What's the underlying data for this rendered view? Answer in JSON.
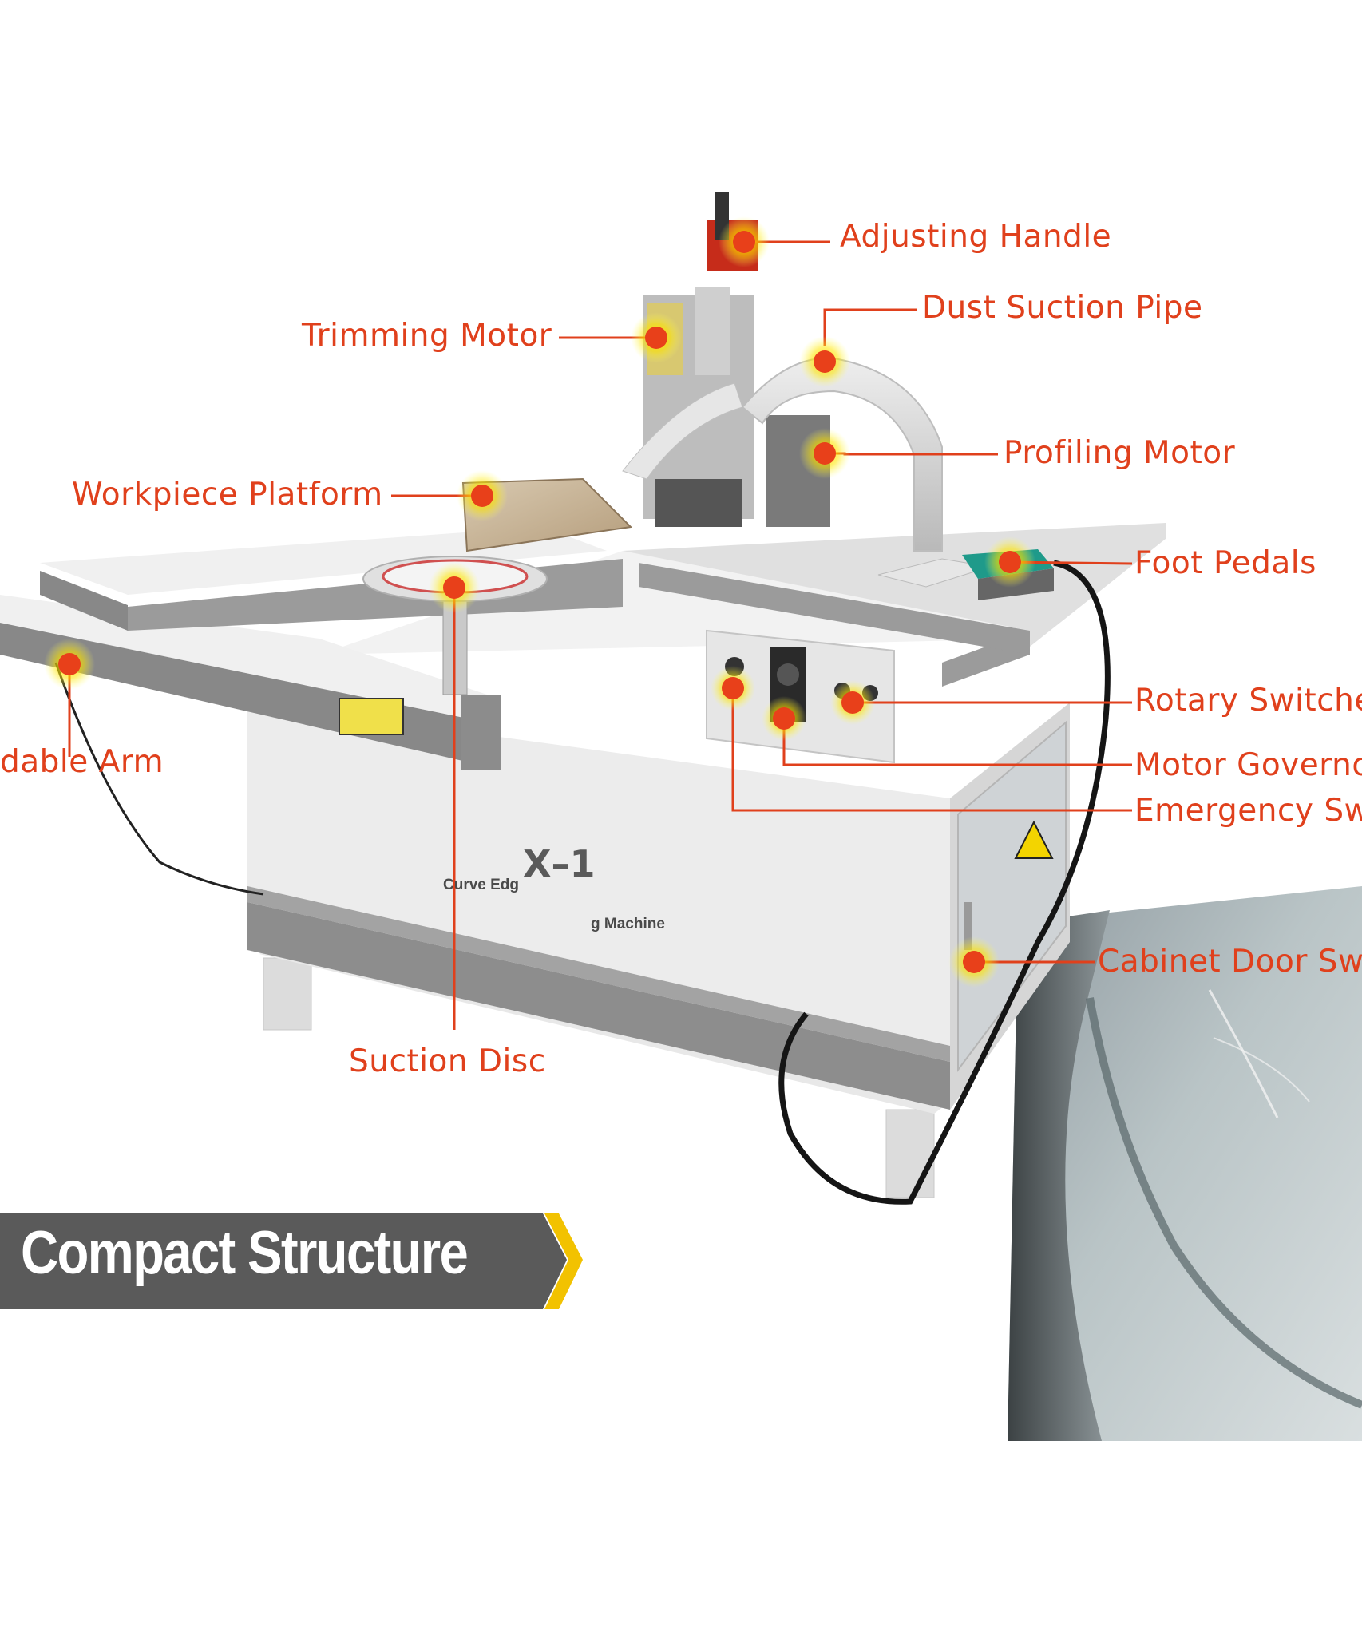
{
  "callouts": {
    "adjusting_handle": "Adjusting Handle",
    "dust_suction_pipe": "Dust Suction Pipe",
    "trimming_motor": "Trimming Motor",
    "profiling_motor": "Profiling Motor",
    "workpiece_platform": "Workpiece Platform",
    "foot_pedals": "Foot Pedals",
    "rotary_switches": "Rotary Switche",
    "motor_governor": "Motor Governo",
    "emergency_switch": "Emergency Swi",
    "foldable_arm": "dable Arm",
    "cabinet_door_switch": "Cabinet Door Swi",
    "suction_disc": "Suction Disc"
  },
  "machine": {
    "model": "X–1",
    "decal_left": "Curve Edg",
    "decal_right": "g Machine"
  },
  "banner": {
    "text": "Compact Structure"
  },
  "colors": {
    "callout_red": "#e0401c",
    "marker_glow": "#f5d400",
    "banner_dark": "#5a5a5a",
    "banner_accent": "#f2c200"
  }
}
